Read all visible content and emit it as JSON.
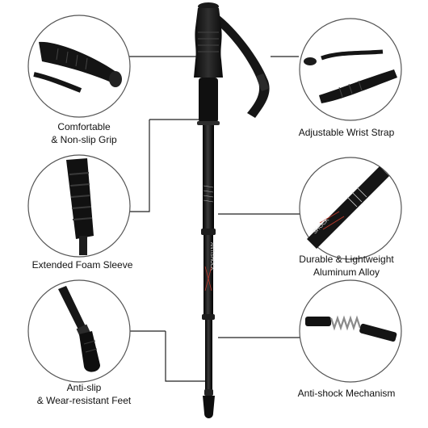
{
  "features": {
    "grip": {
      "line1": "Comfortable",
      "line2": "& Non-slip Grip",
      "icon": "grip-detail-icon"
    },
    "strap": {
      "line1": "Adjustable Wrist Strap",
      "icon": "wrist-strap-detail-icon"
    },
    "foam": {
      "line1": "Extended Foam Sleeve",
      "icon": "foam-sleeve-detail-icon"
    },
    "aluminum": {
      "line1": "Durable & Lightweight",
      "line2": "Aluminum Alloy",
      "icon": "aluminum-shaft-detail-icon"
    },
    "feet": {
      "line1": "Anti-slip",
      "line2": "& Wear-resistant Feet",
      "icon": "rubber-foot-detail-icon"
    },
    "shock": {
      "line1": "Anti-shock Mechanism",
      "icon": "spring-detail-icon"
    }
  },
  "product": {
    "shaft_text": "ANTISHOCK",
    "detail_text": "SHOCK"
  },
  "colors": {
    "pole": "#141414",
    "accent": "#c0392b",
    "circle_stroke": "#555555",
    "line": "#222222"
  }
}
